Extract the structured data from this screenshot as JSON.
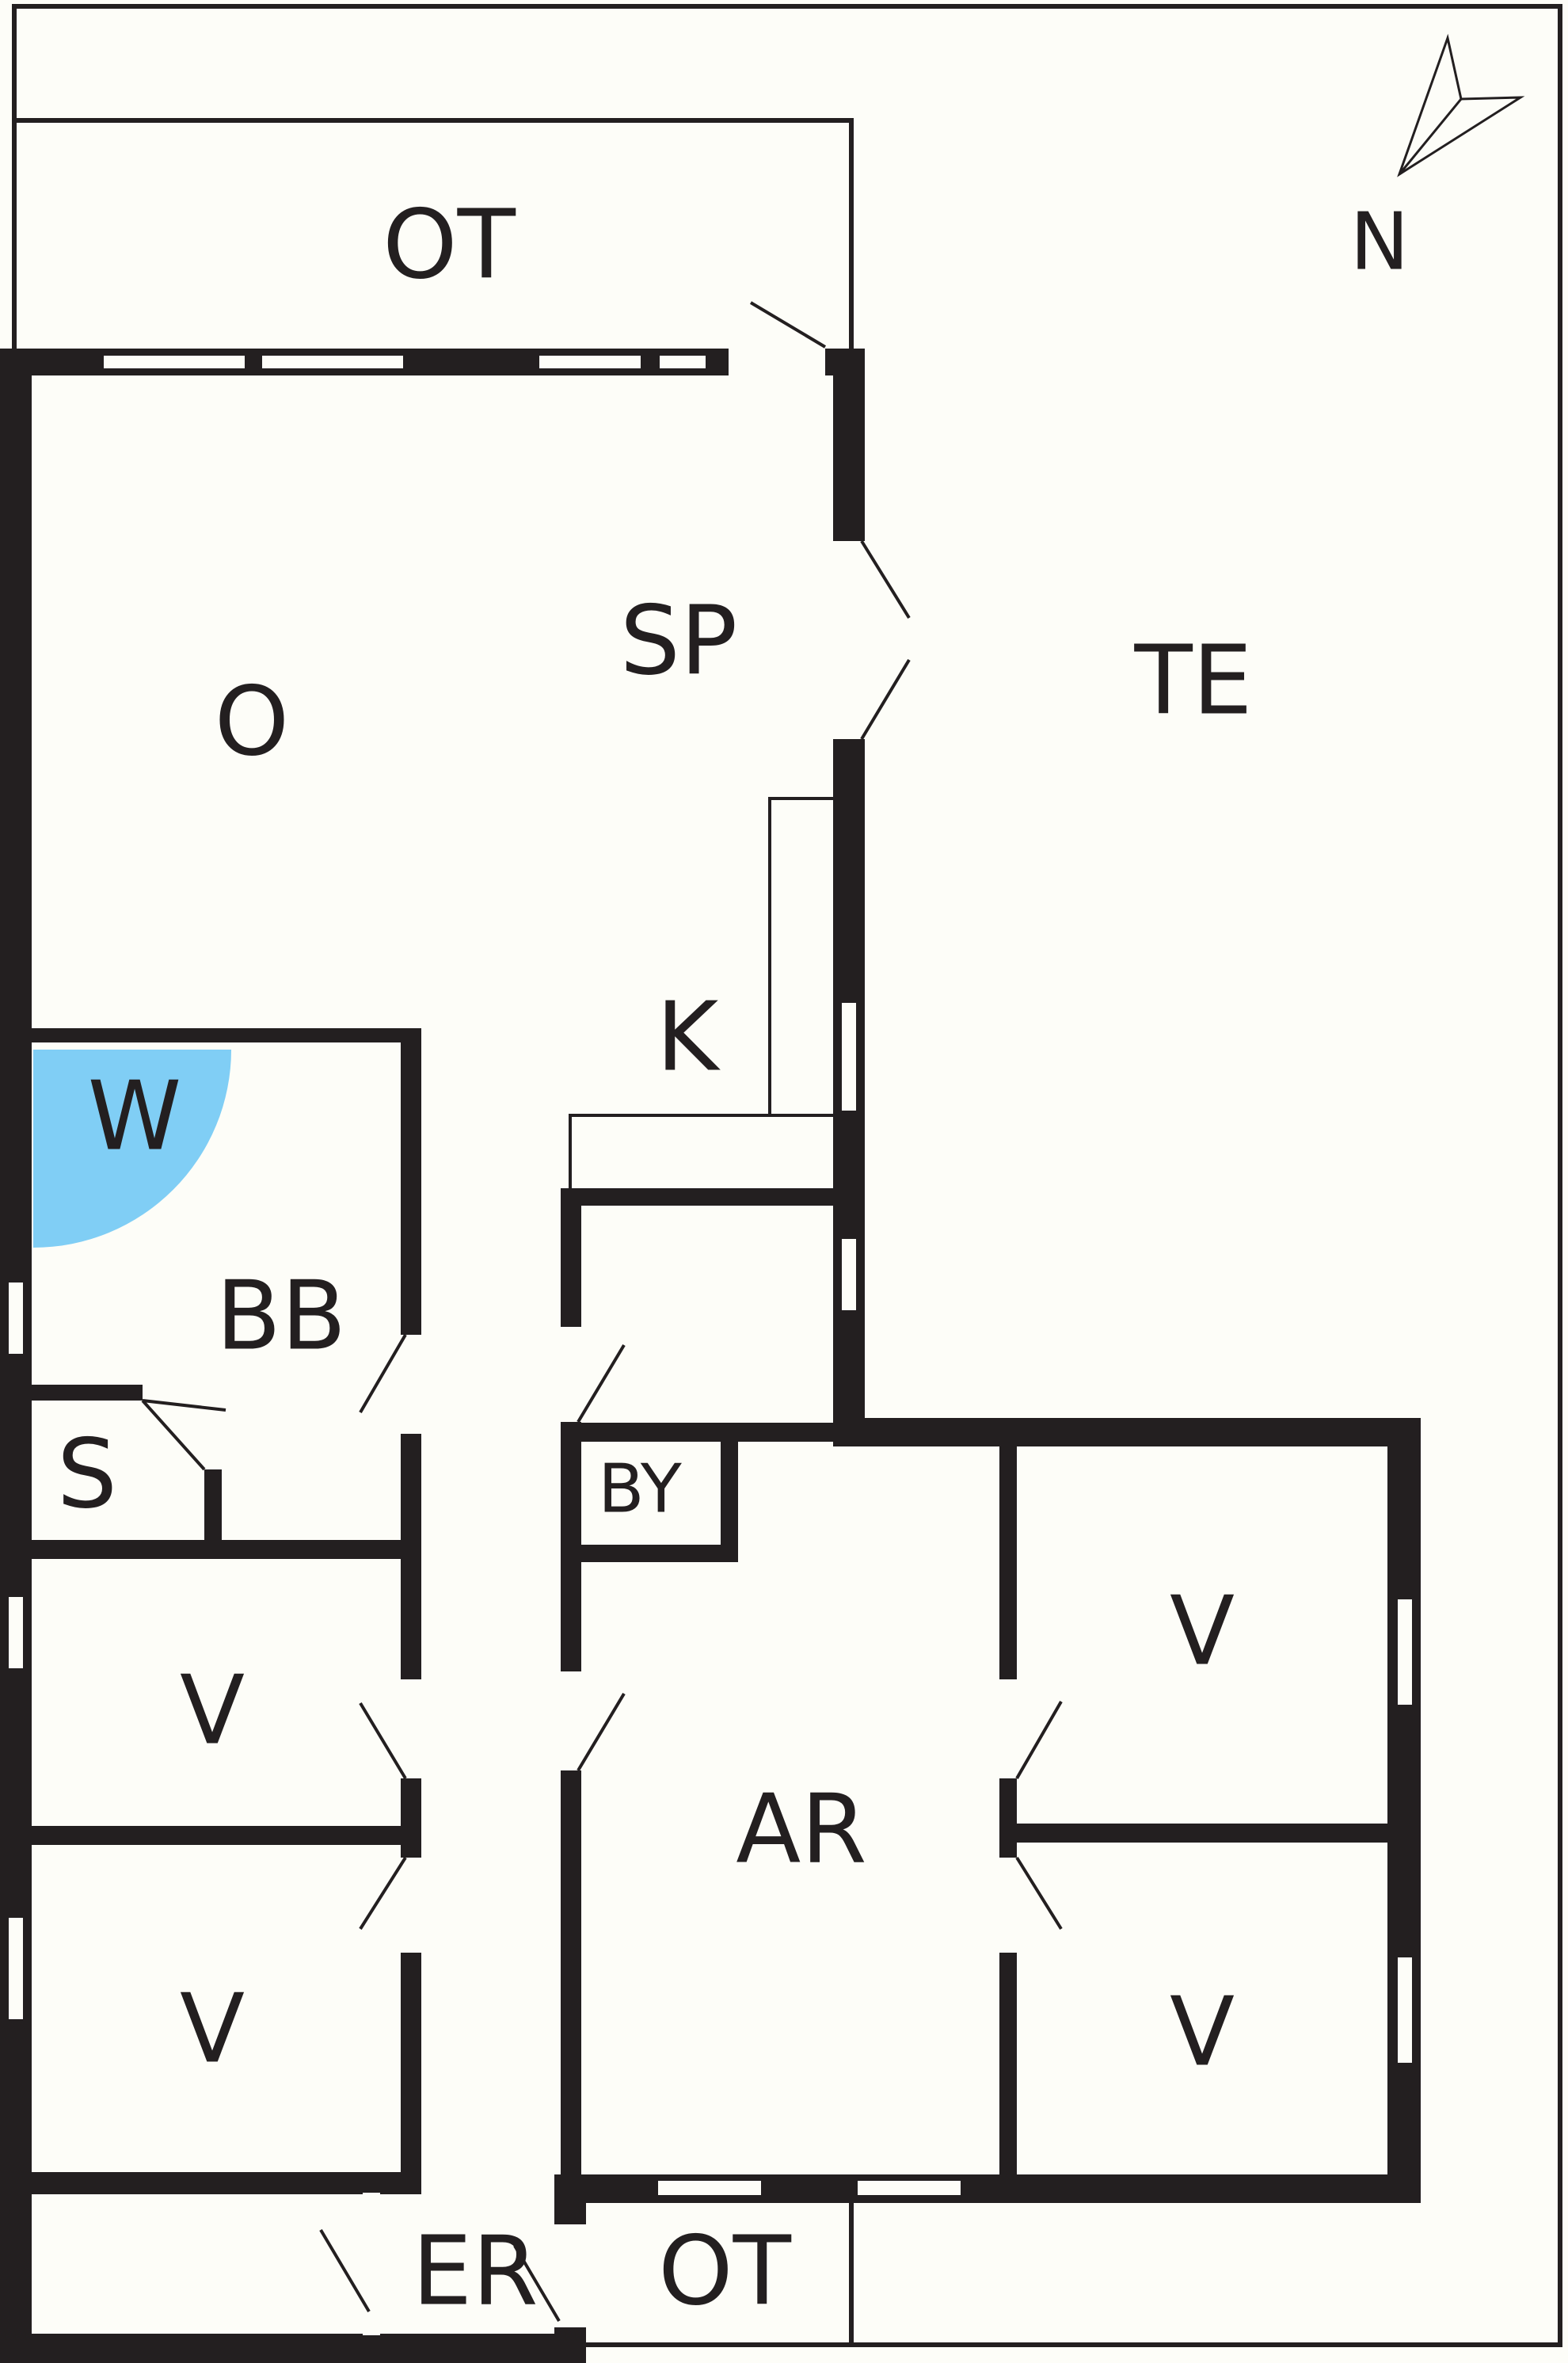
{
  "floorplan": {
    "compass": {
      "label": "N"
    },
    "rooms": {
      "ot_top": "OT",
      "o": "O",
      "sp": "SP",
      "te": "TE",
      "k": "K",
      "w": "W",
      "bb": "BB",
      "s": "S",
      "by": "BY",
      "v_left_1": "V",
      "v_left_2": "V",
      "ar": "AR",
      "v_right_1": "V",
      "v_right_2": "V",
      "er": "ER",
      "ot_bottom": "OT"
    },
    "colors": {
      "wall": "#231f20",
      "background": "#fdfdf8",
      "wet_area": "#80cef5"
    }
  }
}
